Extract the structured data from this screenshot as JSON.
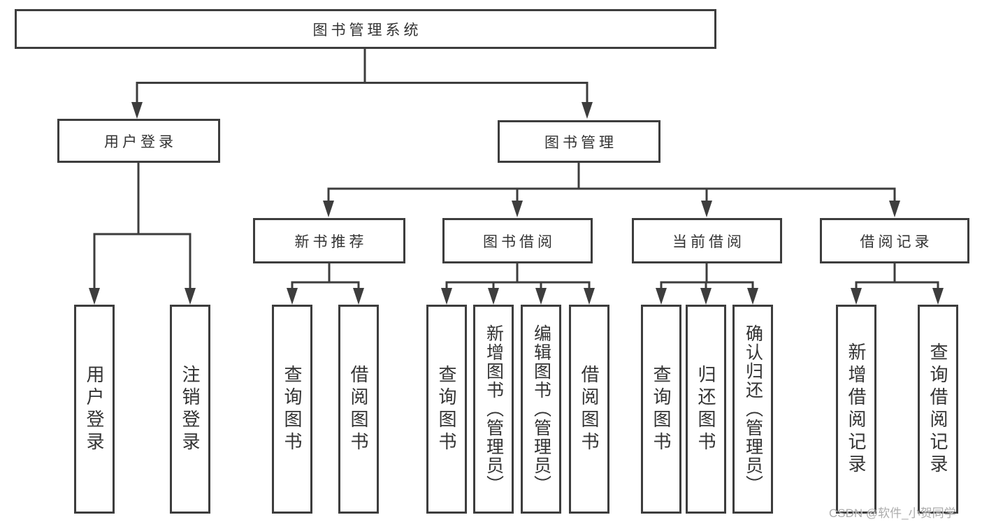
{
  "diagram": {
    "root": "图书管理系统",
    "level2": [
      "用户登录",
      "图书管理"
    ],
    "level3": [
      "新书推荐",
      "图书借阅",
      "当前借阅",
      "借阅记录"
    ],
    "leaves": [
      "用户登录",
      "注销登录",
      "查询图书",
      "借阅图书",
      "查询图书",
      "新增图书（管理员）",
      "编辑图书（管理员）",
      "借阅图书",
      "查询图书",
      "归还图书",
      "确认归还（管理员）",
      "新增借阅记录",
      "查询借阅记录"
    ]
  },
  "watermark": "CSDN @软件_小贺同学",
  "colors": {
    "line": "#3d3d3d",
    "text": "#333333",
    "watermark": "#9e9e9e",
    "background": "#ffffff"
  }
}
